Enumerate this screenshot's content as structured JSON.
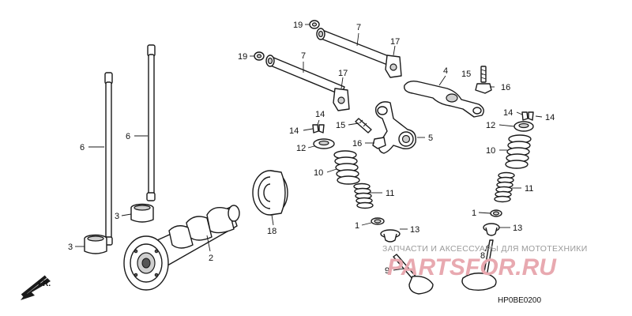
{
  "callouts": {
    "c1a": "1",
    "c1b": "1",
    "c2": "2",
    "c3a": "3",
    "c3b": "3",
    "c4": "4",
    "c5": "5",
    "c6a": "6",
    "c6b": "6",
    "c7a": "7",
    "c7b": "7",
    "c8": "8",
    "c9": "9",
    "c10a": "10",
    "c10b": "10",
    "c11a": "11",
    "c11b": "11",
    "c12a": "12",
    "c12b": "12",
    "c13a": "13",
    "c13b": "13",
    "c14a": "14",
    "c14b": "14",
    "c14c": "14",
    "c14d": "14",
    "c15a": "15",
    "c15b": "15",
    "c16a": "16",
    "c16b": "16",
    "c17a": "17",
    "c17b": "17",
    "c18": "18",
    "c19a": "19",
    "c19b": "19"
  },
  "direction_label": "FR.",
  "diagram_code": "HP0BE0200",
  "watermark": {
    "tagline": "ЗАПЧАСТИ И АКСЕССУАРЫ ДЛЯ МОТОТЕХНИКИ",
    "logo": "PARTSFOR.RU",
    "color": "#e8a9b0"
  }
}
